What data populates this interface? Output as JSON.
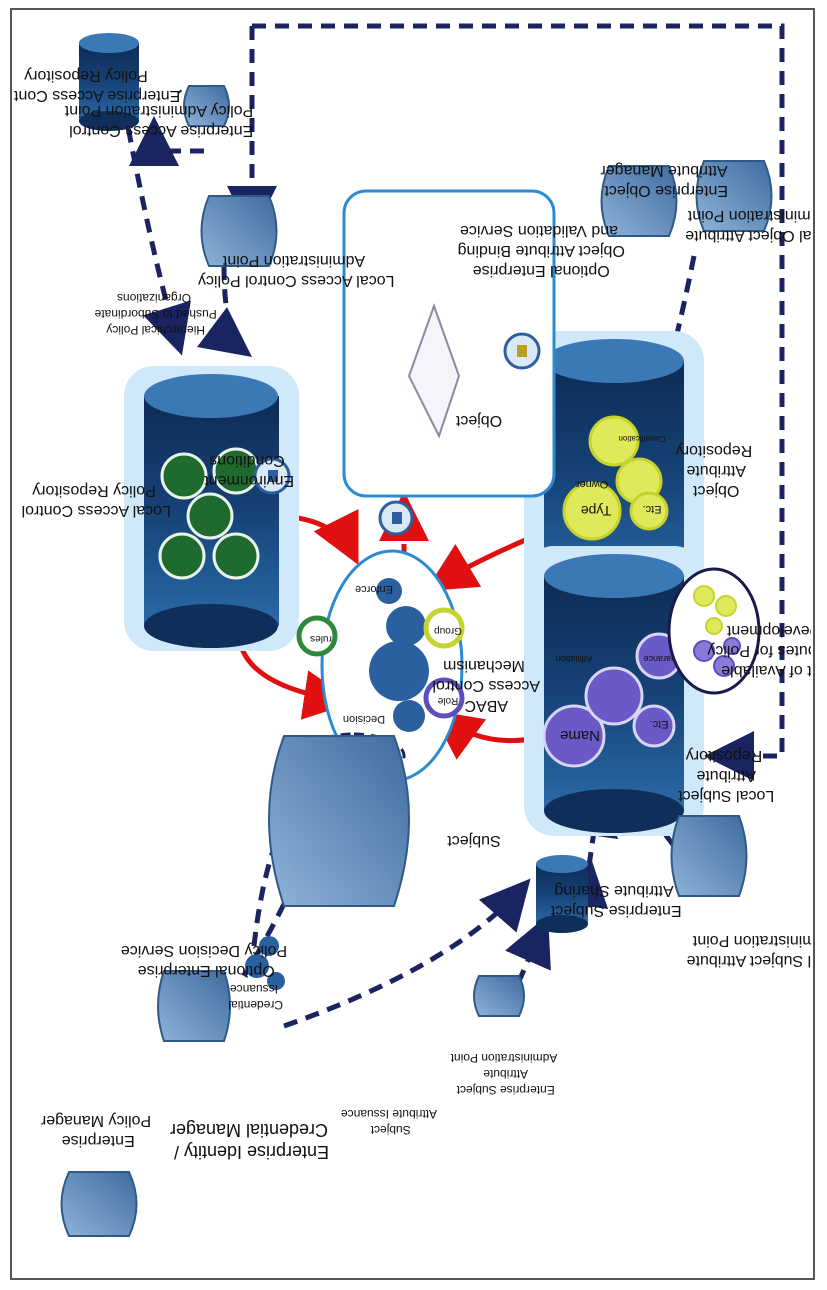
{
  "labels": {
    "enterprise_policy_manager": [
      "Enterprise",
      "Policy  Manager"
    ],
    "enterprise_ac_policy_repository": [
      "Enterprise Access Control",
      "Policy Repository"
    ],
    "enterprise_ac_policy_admin_point": [
      "Enterprise Access Control",
      "Policy Administration Point"
    ],
    "local_ac_policy_admin_point": [
      "Local Access Control Policy",
      "Administration Point"
    ],
    "hierarchical_policy": [
      "Hierarchical Policy",
      "Pushed to Subordinate",
      "Organizations"
    ],
    "local_ac_policy_repository": [
      "Local Access Control",
      "Policy Repository"
    ],
    "environment_conditions": [
      "Environment",
      "Conditions"
    ],
    "optional_policy_decision_service": [
      "Optional Enterprise",
      "Policy Decision Service"
    ],
    "abac_mechanism": [
      "ABAC",
      "Access Control",
      "Mechanism"
    ],
    "object": "Object",
    "optional_object_binding": [
      "Optional Enterprise",
      "Object Attribute Binding",
      "and Validation Service"
    ],
    "enterprise_object_attribute_manager": [
      "Enterprise Object",
      "Attribute Manager"
    ],
    "local_object_attribute_admin_point": [
      "Local Object Attribute",
      "Administration Point"
    ],
    "object_attribute_repository": [
      "Object",
      "Attribute",
      "Repository"
    ],
    "subject": "Subject",
    "credential_issuance": [
      "Credential",
      "Issuance"
    ],
    "enterprise_identity_manager": [
      "Enterprise Identity /",
      "Credential Manager"
    ],
    "subject_attribute_issuance": [
      "Subject",
      "Attribute Issuance"
    ],
    "enterprise_subject_attribute_admin_point": [
      "Enterprise Subject",
      "Attribute",
      "Administration Point"
    ],
    "enterprise_subject_attribute_sharing": [
      "Enterprise Subject",
      "Attribute Sharing"
    ],
    "local_subject_attribute_repository": [
      "Local Subject",
      "Attribute",
      "Repository"
    ],
    "local_subject_attribute_admin_point": [
      "Local Subject Attribute",
      "Administration Point"
    ],
    "set_of_available_attributes": [
      "Set of Available",
      "Attributes for Policy",
      "Development"
    ]
  },
  "mechanism_badges": {
    "rules": "rules",
    "group": "Group",
    "role": "Role",
    "decision": "Decision",
    "enforce": "Enforce"
  },
  "object_repo_bubbles": [
    "Owner",
    "Classification",
    "Type",
    "Etc."
  ],
  "subject_repo_bubbles": [
    "Affiliation",
    "Clearance",
    "Name",
    "Etc."
  ],
  "colors": {
    "arrow_dash": "#1a2460",
    "arrow_red": "#e01010",
    "cyl_dark": "#1d4e86",
    "cyl_light": "#bfe0f7",
    "person": "#4e7fb6"
  }
}
